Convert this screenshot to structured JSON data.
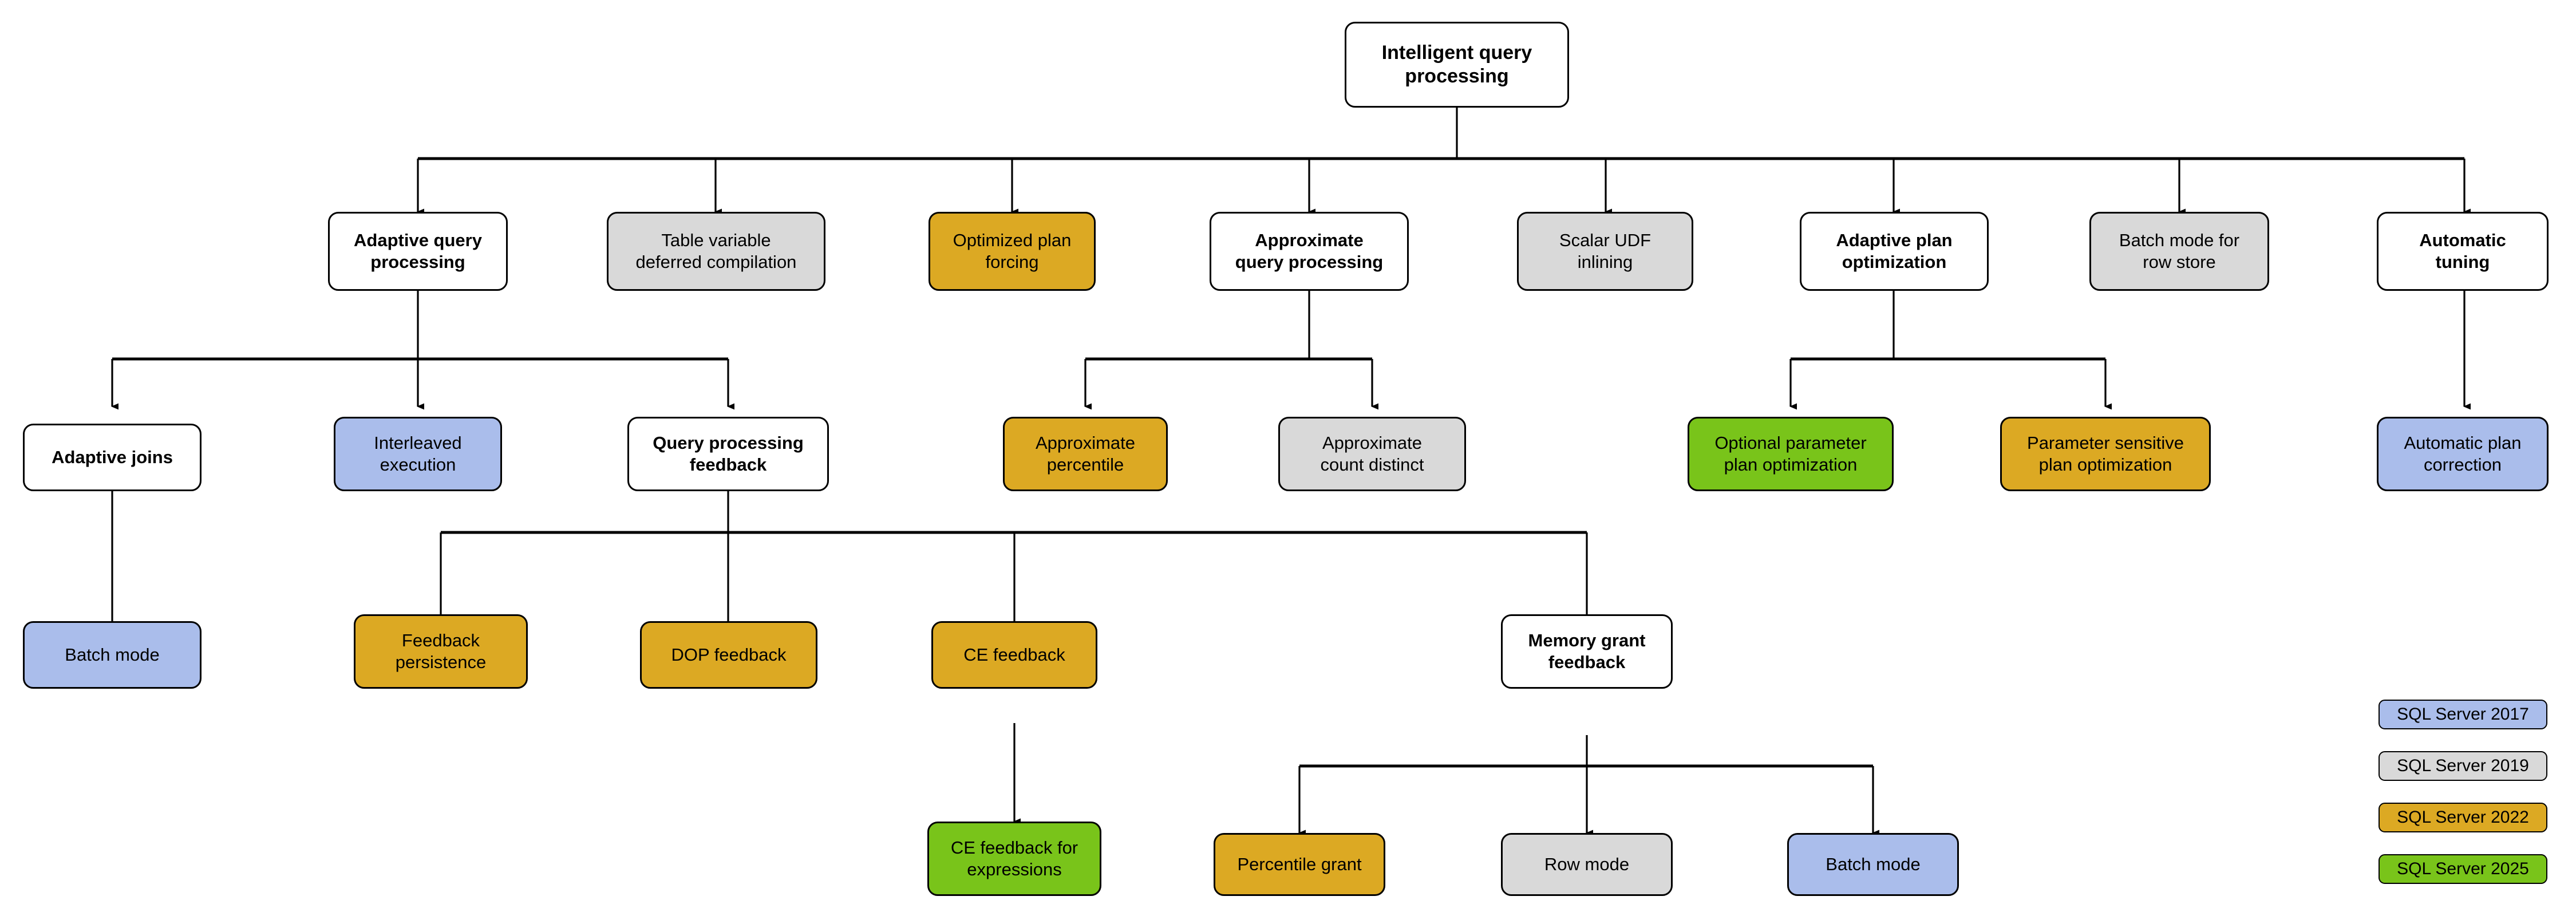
{
  "diagram": {
    "title": "Intelligent query processing",
    "root": {
      "label": "Intelligent query\nprocessing",
      "color": "white"
    },
    "level1": [
      {
        "label": "Adaptive query\nprocessing",
        "color": "white"
      },
      {
        "label": "Table variable\ndeferred compilation",
        "color": "gray"
      },
      {
        "label": "Optimized plan\nforcing",
        "color": "orange"
      },
      {
        "label": "Approximate\nquery processing",
        "color": "white"
      },
      {
        "label": "Scalar UDF\ninlining",
        "color": "gray"
      },
      {
        "label": "Adaptive plan\noptimization",
        "color": "white"
      },
      {
        "label": "Batch mode for\nrow store",
        "color": "gray"
      },
      {
        "label": "Automatic\ntuning",
        "color": "white"
      }
    ],
    "level2": [
      {
        "label": "Adaptive joins",
        "color": "white"
      },
      {
        "label": "Interleaved\nexecution",
        "color": "blue"
      },
      {
        "label": "Query processing\nfeedback",
        "color": "white"
      },
      {
        "label": "Approximate\npercentile",
        "color": "orange"
      },
      {
        "label": "Approximate\ncount distinct",
        "color": "gray"
      },
      {
        "label": "Optional parameter\nplan optimization",
        "color": "green"
      },
      {
        "label": "Parameter sensitive\nplan optimization",
        "color": "orange"
      },
      {
        "label": "Automatic plan\ncorrection",
        "color": "blue"
      }
    ],
    "level3": [
      {
        "label": "Batch mode",
        "color": "blue"
      },
      {
        "label": "Feedback\npersistence",
        "color": "orange"
      },
      {
        "label": "DOP feedback",
        "color": "orange"
      },
      {
        "label": "CE feedback",
        "color": "orange"
      },
      {
        "label": "Memory grant\nfeedback",
        "color": "white"
      }
    ],
    "level4": [
      {
        "label": "CE feedback for\nexpressions",
        "color": "green"
      },
      {
        "label": "Percentile grant",
        "color": "orange"
      },
      {
        "label": "Row mode",
        "color": "gray"
      },
      {
        "label": "Batch mode",
        "color": "blue"
      }
    ]
  },
  "legend": {
    "items": [
      {
        "label": "SQL Server 2017",
        "color": "blue"
      },
      {
        "label": "SQL Server 2019",
        "color": "gray"
      },
      {
        "label": "SQL Server 2022",
        "color": "orange"
      },
      {
        "label": "SQL Server 2025",
        "color": "green"
      }
    ]
  },
  "colors": {
    "white": "#ffffff",
    "gray": "#d9d9d9",
    "orange": "#dca923",
    "green": "#79c41a",
    "blue": "#aabdeb",
    "stroke": "#000000"
  }
}
